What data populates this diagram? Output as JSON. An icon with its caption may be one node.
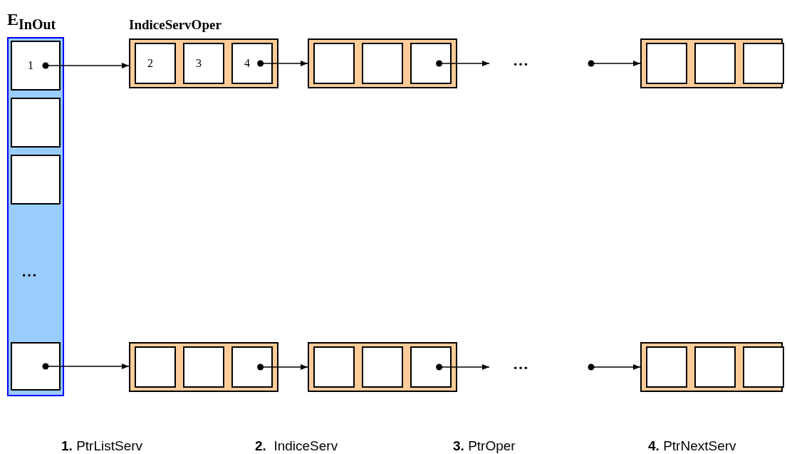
{
  "diagram": {
    "nodes": [
      {
        "text": [
          "E$_{InOut}$"
        ]
      },
      {
        "text": [
          "1"
        ],
        "in": 0
      },
      {
        "text": [],
        "shape": "box",
        "in": 0
      },
      {
        "text": [],
        "shape": "box",
        "in": 0
      },
      {
        "text": [],
        "shape": "box",
        "in": 0
      },
      {
        "text": [
          "IndiceServOper"
        ]
      },
      {
        "text": [
          "2"
        ],
        "in": 5
      },
      {
        "text": [
          "3"
        ],
        "in": 5
      },
      {
        "text": [
          "4"
        ],
        "in": 5
      },
      {
        "text": [],
        "shape": "box"
      },
      {
        "text": [],
        "shape": "box",
        "in": 9
      },
      {
        "text": [],
        "shape": "box",
        "in": 9
      },
      {
        "text": [],
        "shape": "box",
        "in": 9
      },
      {
        "text": [],
        "shape": "box"
      },
      {
        "text": [],
        "shape": "box",
        "in": 13
      },
      {
        "text": [],
        "shape": "box",
        "in": 13
      },
      {
        "text": [],
        "shape": "box",
        "in": 13
      },
      {
        "text": [],
        "shape": "box"
      },
      {
        "text": [],
        "shape": "box",
        "in": 17
      },
      {
        "text": [],
        "shape": "box",
        "in": 17
      },
      {
        "text": [],
        "shape": "box",
        "in": 17
      },
      {
        "text": [],
        "shape": "box"
      },
      {
        "text": [],
        "shape": "box",
        "in": 21
      },
      {
        "text": [],
        "shape": "box",
        "in": 21
      },
      {
        "text": [],
        "shape": "box",
        "in": 21
      },
      {
        "text": [],
        "shape": "box"
      },
      {
        "text": [],
        "shape": "box",
        "in": 25
      },
      {
        "text": [],
        "shape": "box",
        "in": 25
      },
      {
        "text": [],
        "shape": "box",
        "in": 25
      }
    ],
    "edges": [
      {
        "from": 1,
        "to": 5,
        "arrow": "to"
      },
      {
        "from": 8,
        "to": 9,
        "arrow": "to"
      },
      {
        "from": 12,
        "to": null,
        "arrow": "to"
      },
      {
        "from": null,
        "to": 13,
        "arrow": "to"
      },
      {
        "from": 4,
        "to": 17,
        "arrow": "to"
      },
      {
        "from": 20,
        "to": 21,
        "arrow": "to"
      },
      {
        "from": 24,
        "to": null,
        "arrow": "to"
      },
      {
        "from": null,
        "to": 25,
        "arrow": "to"
      }
    ],
    "labels": [
      "…",
      "…",
      "…",
      "**1.** PtrListServ",
      "**2.**  IndiceServ",
      "**3.** PtrOper",
      "**4.** PtrNextServ"
    ]
  }
}
